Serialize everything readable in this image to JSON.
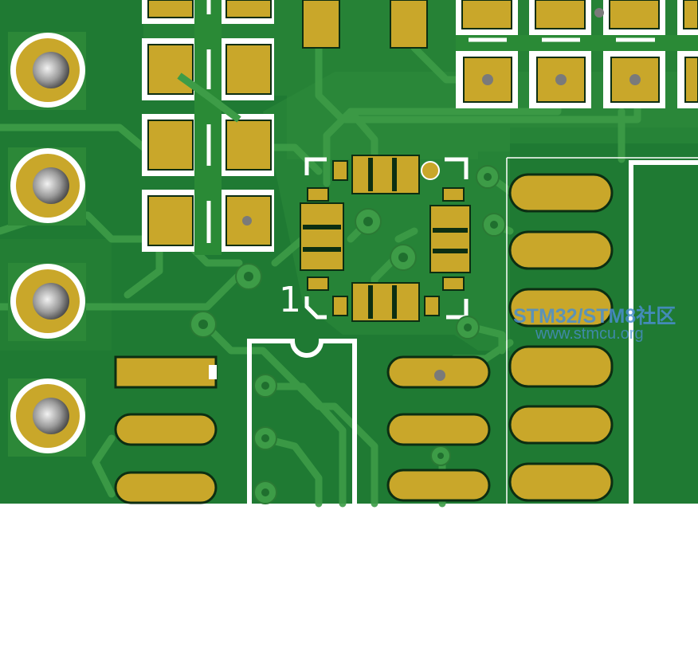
{
  "image": {
    "description_label": "PCB 3D render"
  },
  "silkscreen": {
    "pin1_marker": "1"
  },
  "watermark": {
    "line1": "STM32/STM8社区",
    "line2": "www.stmcu.org"
  },
  "colors": {
    "board": "#1f7a33",
    "copper_fill": "#2e8a3a",
    "trace": "#3b9a45",
    "pad": "#c9a72a",
    "silk": "#ffffff",
    "hole": "#888888",
    "blank": "#ffffff"
  }
}
